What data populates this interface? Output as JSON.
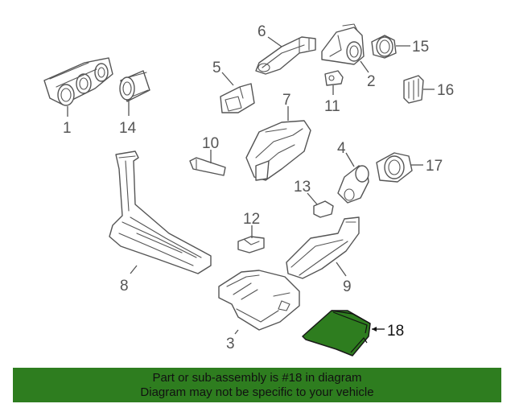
{
  "callouts": {
    "c1": "1",
    "c2": "2",
    "c3": "3",
    "c4": "4",
    "c5": "5",
    "c6": "6",
    "c7": "7",
    "c8": "8",
    "c9": "9",
    "c10": "10",
    "c11": "11",
    "c12": "12",
    "c13": "13",
    "c14": "14",
    "c15": "15",
    "c16": "16",
    "c17": "17",
    "c18": "18"
  },
  "highlighted_part": "18",
  "colors": {
    "highlight": "#2e7d1f",
    "line": "#555555"
  },
  "banner": {
    "line1": "Part or sub-assembly is #18 in diagram",
    "line2": "Diagram may not be specific to your vehicle"
  }
}
